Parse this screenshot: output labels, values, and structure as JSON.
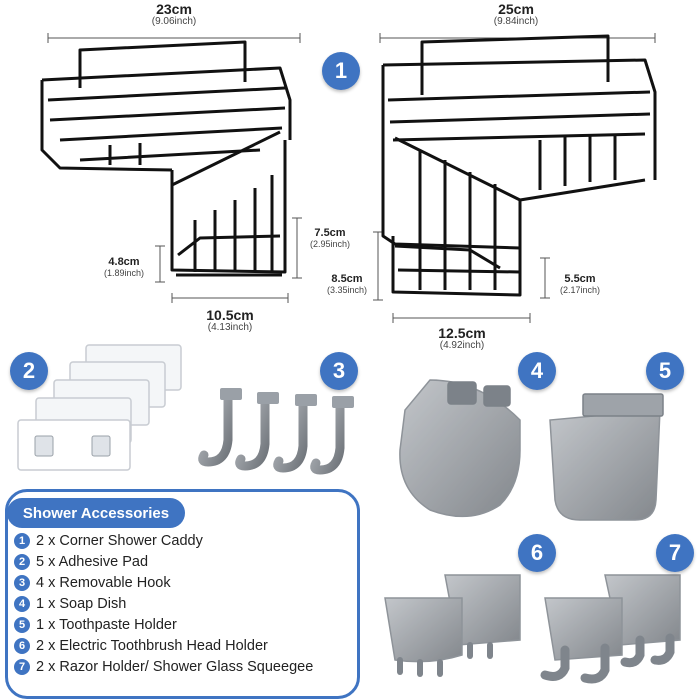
{
  "dimensions": {
    "left_width": {
      "cm": "23cm",
      "inch": "(9.06inch)"
    },
    "right_width": {
      "cm": "25cm",
      "inch": "(9.84inch)"
    },
    "left_inner_height": {
      "cm": "7.5cm",
      "inch": "(2.95inch)"
    },
    "left_side_height": {
      "cm": "4.8cm",
      "inch": "(1.89inch)"
    },
    "left_depth": {
      "cm": "10.5cm",
      "inch": "(4.13inch)"
    },
    "right_side_height": {
      "cm": "8.5cm",
      "inch": "(3.35inch)"
    },
    "right_inner_height": {
      "cm": "5.5cm",
      "inch": "(2.17inch)"
    },
    "right_depth": {
      "cm": "12.5cm",
      "inch": "(4.92inch)"
    }
  },
  "badges": [
    "1",
    "2",
    "3",
    "4",
    "5",
    "6",
    "7"
  ],
  "accessories": {
    "title": "Shower Accessories",
    "items": [
      {
        "num": "1",
        "text": "2 x Corner Shower Caddy"
      },
      {
        "num": "2",
        "text": "5 x Adhesive Pad"
      },
      {
        "num": "3",
        "text": "4 x Removable Hook"
      },
      {
        "num": "4",
        "text": "1 x Soap Dish"
      },
      {
        "num": "5",
        "text": "1 x Toothpaste Holder"
      },
      {
        "num": "6",
        "text": "2 x Electric Toothbrush Head Holder"
      },
      {
        "num": "7",
        "text": "2 x Razor Holder/ Shower Glass Squeegee"
      }
    ]
  },
  "colors": {
    "accent": "#3f74c2",
    "wire": "#111111",
    "plastic": "#8a8f96"
  }
}
